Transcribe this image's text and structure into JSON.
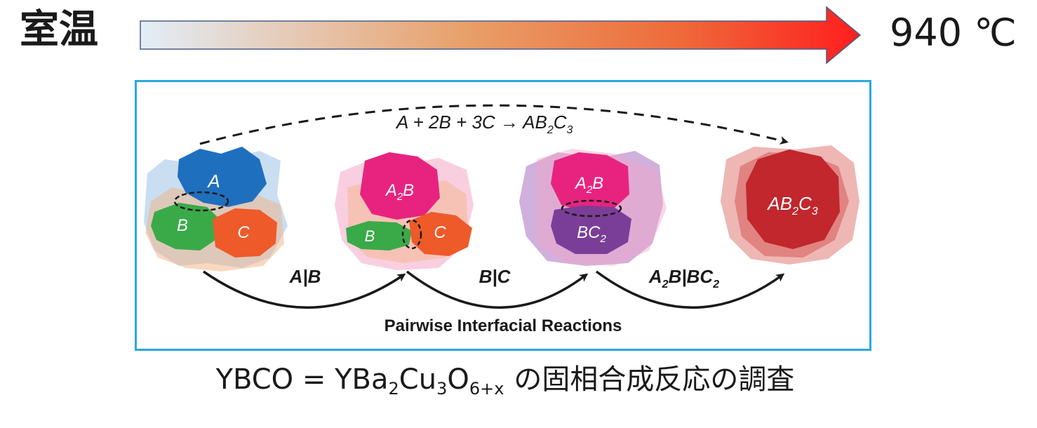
{
  "temperature_bar": {
    "start_label": "室温",
    "end_label": "940 ℃",
    "gradient_colors": [
      "#e3eef8",
      "#e8a06a",
      "#ee6a3a",
      "#ff1e1e"
    ]
  },
  "diagram": {
    "overall_reaction": {
      "prefix": "A + 2B + 3C → AB",
      "sub1": "2",
      "mid": "C",
      "sub2": "3"
    },
    "stages": [
      {
        "particles": [
          "A",
          "B",
          "C"
        ],
        "colors": [
          "#1f6fbf",
          "#3aaa48",
          "#ee5a2a"
        ]
      },
      {
        "particles": [
          "A2B",
          "B",
          "C"
        ],
        "colors": [
          "#e8237f",
          "#3aaa48",
          "#ee5a2a"
        ]
      },
      {
        "particles": [
          "A2B",
          "BC2"
        ],
        "colors": [
          "#e8237f",
          "#7b3e98"
        ]
      },
      {
        "particles": [
          "AB2C3"
        ],
        "colors": [
          "#c1272d"
        ]
      }
    ],
    "interfaces": [
      "A|B",
      "B|C",
      "A2B|BC2"
    ],
    "footer": "Pairwise Interfacial Reactions",
    "frame_color": "#29a8e0"
  },
  "caption": {
    "part1": "YBCO = YBa",
    "sub1": "2",
    "part2": "Cu",
    "sub2": "3",
    "part3": "O",
    "sub3": "6+x",
    "part4": "の固相合成反応の調査"
  }
}
